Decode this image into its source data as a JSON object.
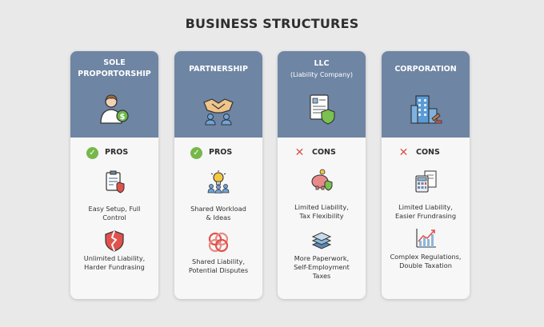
{
  "title": "BUSINESS STRUCTURES",
  "colors": {
    "header": "#6e85a4",
    "pro": "#76b84a",
    "con": "#d9534f"
  },
  "cards": [
    {
      "name": "SOLE\nPROPORTORSHIP",
      "subtitle": "",
      "icon": "person-with-dollar-icon",
      "tag": "PROS",
      "tag_mark": "✓",
      "text1": "Easy Setup, Full\nControl",
      "icon1": "clipboard-shield-icon",
      "text2": "Unlimited Liability,\nHarder Fundrasing",
      "icon2": "broken-shield-icon"
    },
    {
      "name": "PARTNERSHIP",
      "subtitle": "",
      "icon": "handshake-icon",
      "tag": "PROS",
      "tag_mark": "✓",
      "text1": "Shared Workload\n& Ideas",
      "icon1": "lightbulb-team-icon",
      "text2": "Shared Liability,\nPotential Disputes",
      "icon2": "interlocked-rings-icon"
    },
    {
      "name": "LLC",
      "subtitle": "(Liability Company)",
      "icon": "document-shield-icon",
      "tag": "CONS",
      "tag_mark": "✕",
      "text1": "Limited Liability,\nTax Flexibility",
      "icon1": "piggy-shield-icon",
      "text2": "More Paperwork,\nSelf-Employment\nTaxes",
      "icon2": "paper-stack-icon"
    },
    {
      "name": "CORPORATION",
      "subtitle": "",
      "icon": "building-icon",
      "tag": "CONS",
      "tag_mark": "✕",
      "text1": "Limited Liability,\nEasier Frundrasing",
      "icon1": "calculator-doc-icon",
      "text2": "Complex Regulations,\nDouble Taxation",
      "icon2": "growth-chart-icon"
    }
  ]
}
